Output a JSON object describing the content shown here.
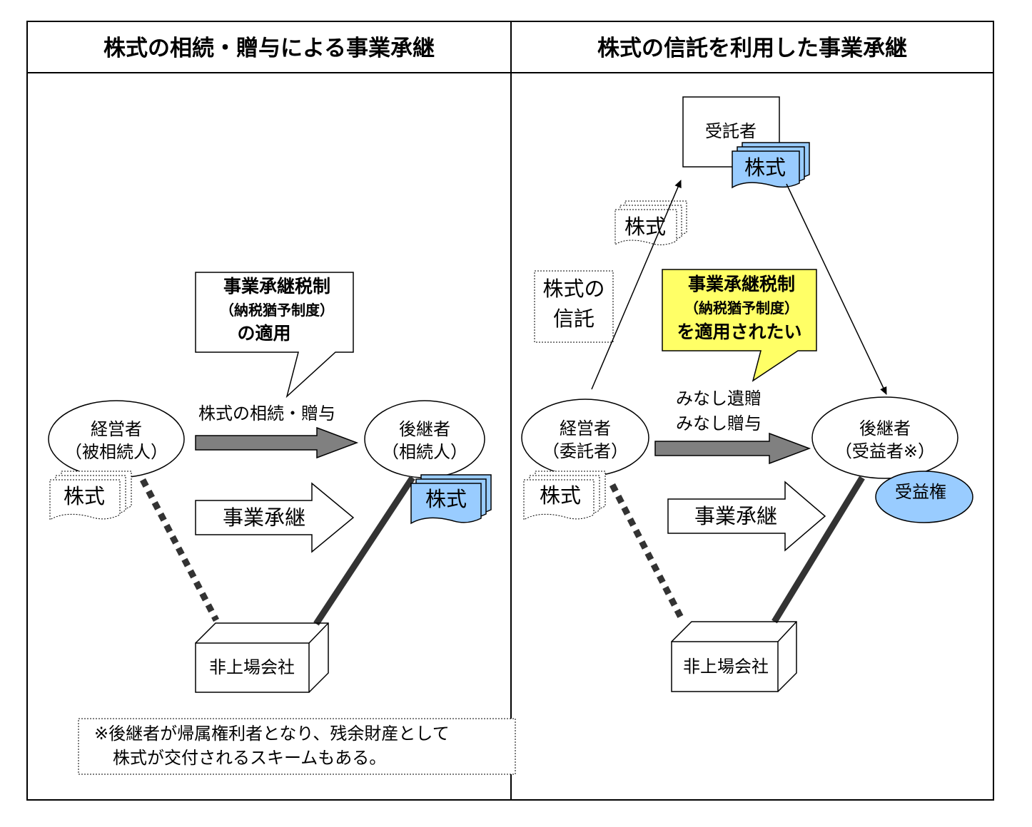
{
  "panels": {
    "left": {
      "title": "株式の相続・贈与による事業承継"
    },
    "right": {
      "title": "株式の信託を利用した事業承継"
    }
  },
  "left": {
    "manager": {
      "name": "経営者",
      "role": "（被相続人）"
    },
    "successor": {
      "name": "後継者",
      "role": "（相続人）"
    },
    "shares_manager": "株式",
    "shares_successor": "株式",
    "transfer_label": "株式の相続・贈与",
    "succession_label": "事業承継",
    "callout": {
      "line1": "事業承継税制",
      "line2": "（納税猶予制度）",
      "line3": "の適用"
    },
    "company": "非上場会社"
  },
  "right": {
    "trustee": "受託者",
    "trustee_shares": "株式",
    "moving_shares": "株式",
    "trust_label": {
      "line1": "株式の",
      "line2": "信託"
    },
    "callout": {
      "line1": "事業承継税制",
      "line2": "（納税猶予制度）",
      "line3": "を適用されたい"
    },
    "deemed": {
      "line1": "みなし遺贈",
      "line2": "みなし贈与"
    },
    "manager": {
      "name": "経営者",
      "role": "（委託者）"
    },
    "successor": {
      "name": "後継者",
      "role": "（受益者※）"
    },
    "shares_manager": "株式",
    "beneficial_right": "受益権",
    "succession_label": "事業承継",
    "company": "非上場会社"
  },
  "footnote": {
    "line1": "※後継者が帰属権利者となり、残余財産として",
    "line2": "株式が交付されるスキームもある。"
  },
  "colors": {
    "shares_blue": "#99ccff",
    "callout_yellow": "#ffff66",
    "arrow_gray": "#808080",
    "link_dark": "#333333",
    "beneficial_blue": "#99ccff"
  }
}
